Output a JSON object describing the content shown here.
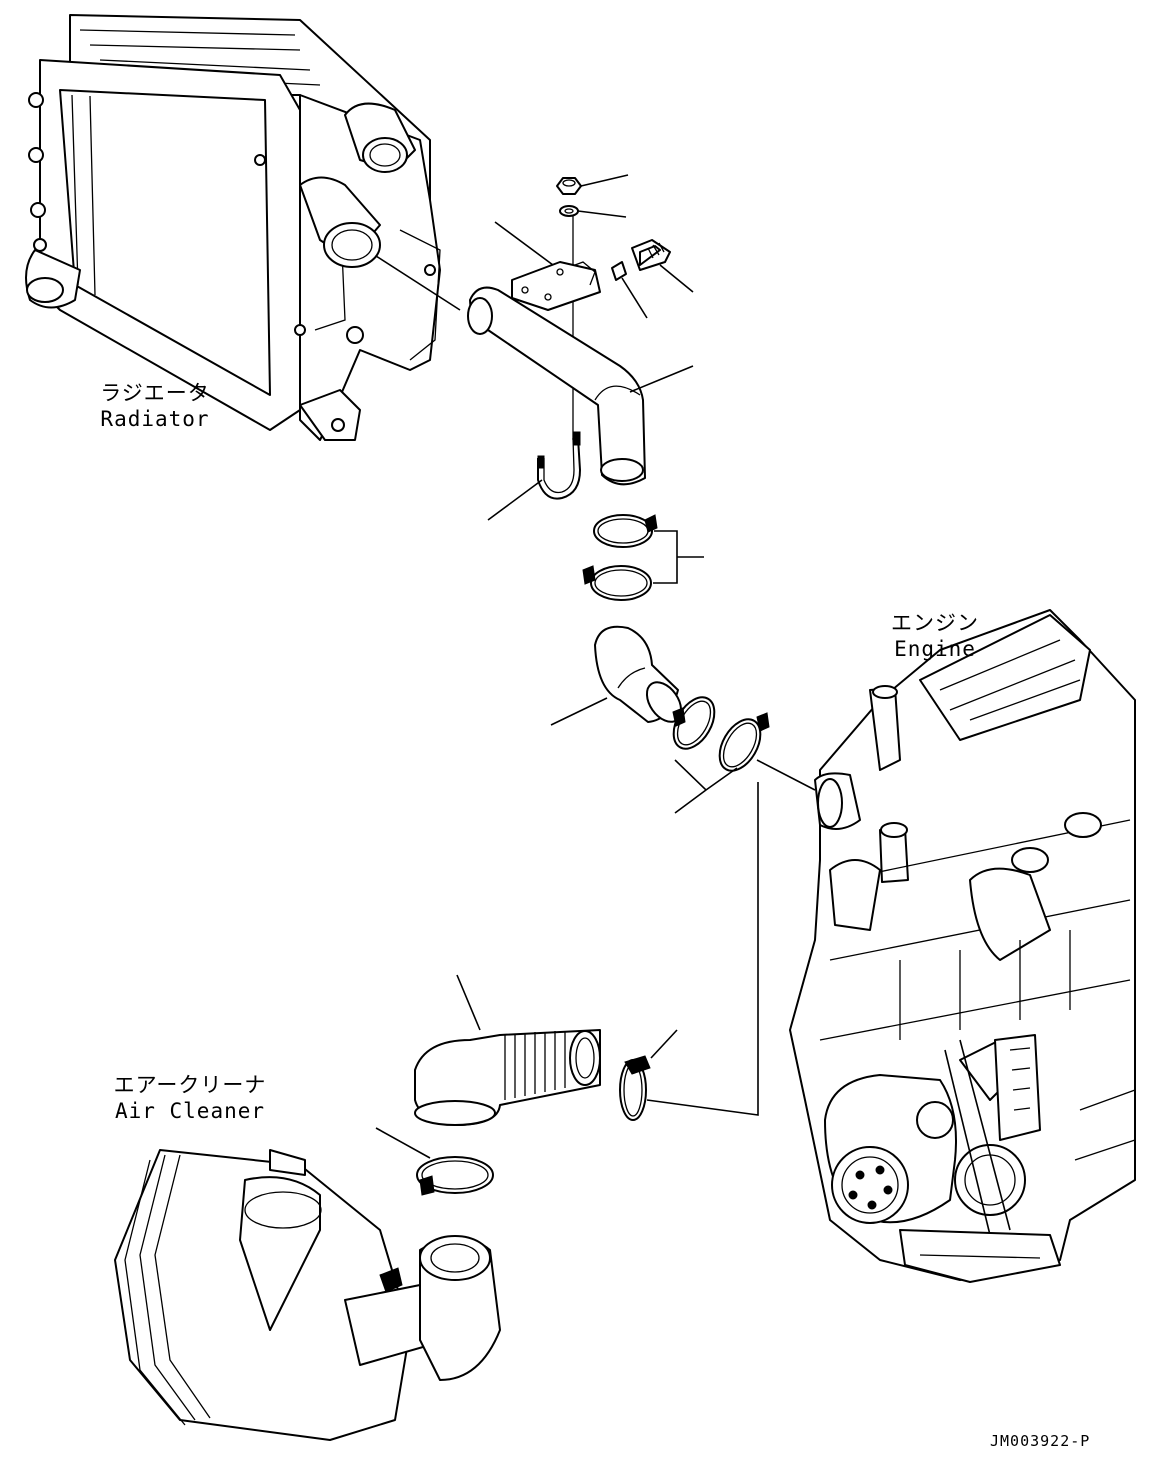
{
  "labels": {
    "radiator_jp": "ラジエータ",
    "radiator_en": "Radiator",
    "engine_jp": "エンジン",
    "engine_en": "Engine",
    "air_cleaner_jp": "エアークリーナ",
    "air_cleaner_en": "Air Cleaner"
  },
  "drawing_code": "JM003922-P"
}
